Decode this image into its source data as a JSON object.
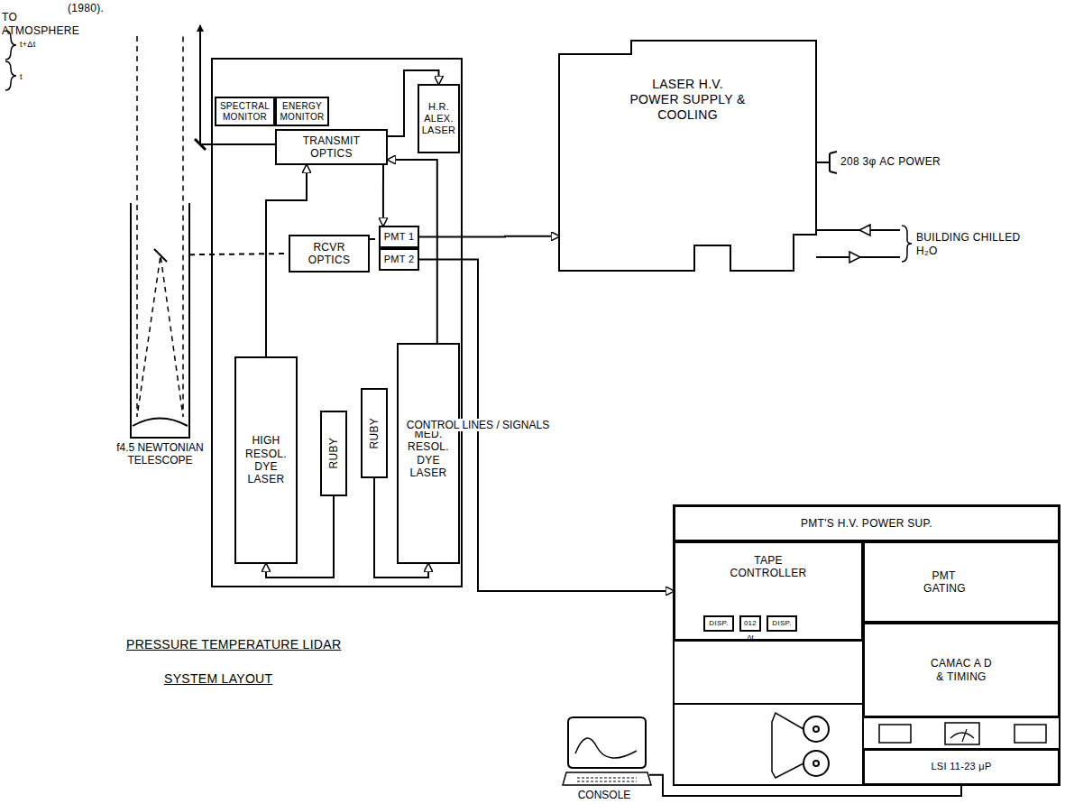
{
  "diagram": {
    "nodes": [
      {
        "text": [
          "SPECTRAL MONITOR"
        ]
      },
      {
        "text": [
          "ENERGY MONITOR"
        ]
      },
      {
        "text": [
          "H.R. ALEX. LASER"
        ]
      },
      {
        "text": [
          "TRANSMIT OPTICS"
        ]
      },
      {
        "text": [
          "RCVR OPTICS"
        ]
      },
      {
        "text": [
          "PMT 1"
        ]
      },
      {
        "text": [
          "PMT 2"
        ]
      },
      {
        "text": [
          "f4.5 NEWTONIAN TELESCOPE"
        ]
      },
      {
        "text": [
          "HIGH RESOL. DYE LASER"
        ]
      },
      {
        "text": [
          "RUBY"
        ]
      },
      {
        "text": [
          "RUBY"
        ]
      },
      {
        "text": [
          "MED. RESOL. DYE LASER"
        ]
      },
      {
        "text": [
          "LASER H.V. POWER SUPPLY & COOLING"
        ]
      },
      {
        "text": [
          "PMT'S H.V. POWER SUP."
        ]
      },
      {
        "text": [
          "TAPE CONTROLLER"
        ]
      },
      {
        "text": [
          "DISP."
        ],
        "in": 14
      },
      {
        "text": [
          "012",
          "Δt"
        ],
        "in": 14
      },
      {
        "text": [
          "DISP."
        ],
        "in": 14
      },
      {
        "text": [
          "PMT GATING"
        ]
      },
      {
        "text": [
          "CAMAC A D & TIMING"
        ]
      },
      {
        "text": [
          "LSI 11-23 μP"
        ]
      },
      {
        "text": [
          "CONSOLE"
        ]
      }
    ],
    "edges": [
      {
        "from": 9,
        "to": 8,
        "arrow": "to"
      },
      {
        "from": 10,
        "to": 11,
        "arrow": "to"
      },
      {
        "from": 8,
        "to": 3,
        "arrow": "to"
      },
      {
        "from": 11,
        "to": 3,
        "arrow": "to"
      },
      {
        "from": 3,
        "to": 2,
        "arrow": "to"
      },
      {
        "from": 3,
        "to": 5,
        "arrow": "to"
      },
      {
        "from": 7,
        "to": 4,
        "arrow": "none"
      },
      {
        "from": 4,
        "to": 5,
        "arrow": "none"
      },
      {
        "from": 5,
        "to": 12,
        "arrow": "to"
      },
      {
        "from": 6,
        "to": 14,
        "label": "CONTROL LINES / SIGNALS",
        "arrow": "to"
      },
      {
        "from": 21,
        "to": 20,
        "arrow": "none"
      }
    ],
    "labels": [
      "(1980).",
      "TO ATMOSPHERE",
      "t+Δt",
      "t",
      "208 3φ AC POWER",
      "BUILDING CHILLED H₂O",
      "PRESSURE TEMPERATURE LIDAR",
      "SYSTEM LAYOUT"
    ]
  }
}
